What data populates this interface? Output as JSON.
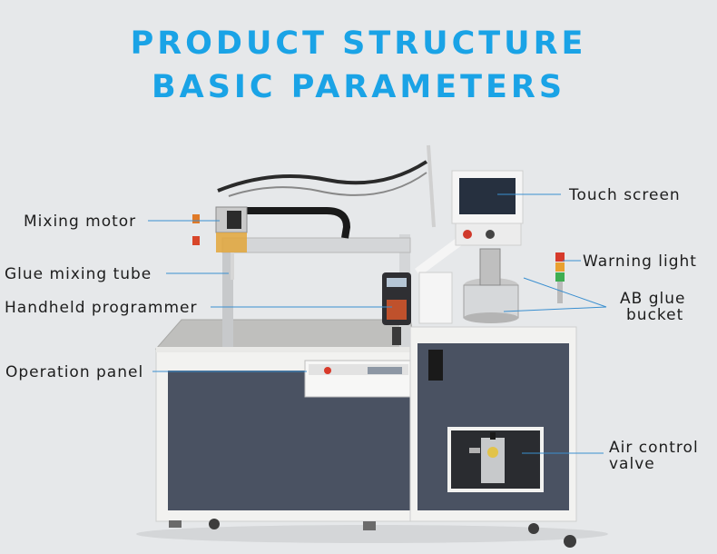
{
  "title": {
    "line1": "PRODUCT STRUCTURE",
    "line2": "BASIC PARAMETERS"
  },
  "labels": {
    "mixing_motor": "Mixing motor",
    "glue_mixing_tube": "Glue mixing tube",
    "handheld_programmer": "Handheld programmer",
    "operation_panel": "Operation panel",
    "touch_screen": "Touch screen",
    "warning_light": "Warning light",
    "ab_glue_line1": "AB glue",
    "ab_glue_line2": "bucket",
    "air_control_line1": "Air control",
    "air_control_line2": "valve"
  },
  "colors": {
    "title": "#1aa3e6",
    "background": "#e6e8ea",
    "cabinet_panel": "#4a5262",
    "frame": "#f3f3f1"
  }
}
